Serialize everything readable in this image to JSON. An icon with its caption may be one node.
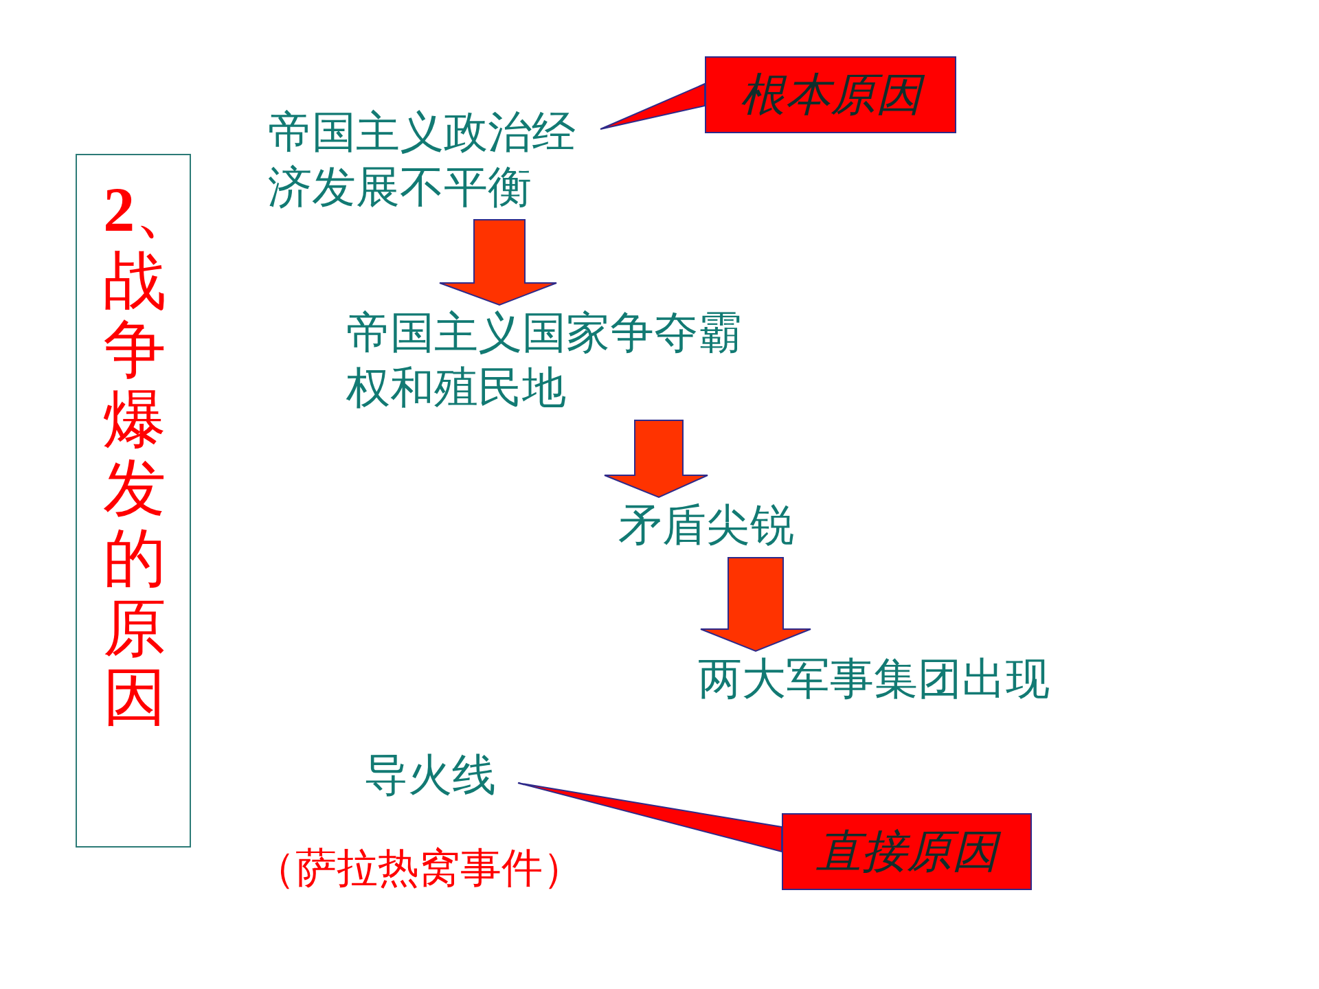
{
  "diagram": {
    "nodes": [
      {
        "text": [
          "**2**、战争爆发的原因"
        ]
      },
      {
        "text": [
          "帝国主义政治经济发展不平衡"
        ]
      },
      {
        "text": [
          "帝国主义国家争夺霸权和殖民地"
        ]
      },
      {
        "text": [
          "矛盾尖锐"
        ]
      },
      {
        "text": [
          "两大军事集团出现"
        ]
      },
      {
        "text": [
          "导火线"
        ]
      },
      {
        "text": [
          "根本原因"
        ]
      },
      {
        "text": [
          "直接原因"
        ]
      }
    ],
    "edges": [
      {
        "from": 1,
        "to": 2,
        "arrow": "to",
        "style": "thick"
      },
      {
        "from": 2,
        "to": 3,
        "arrow": "to",
        "style": "thick"
      },
      {
        "from": 3,
        "to": 4,
        "arrow": "to",
        "style": "thick"
      },
      {
        "from": 6,
        "to": 1,
        "arrow": "none"
      },
      {
        "from": 7,
        "to": 5,
        "arrow": "none"
      }
    ],
    "labels": [
      "（萨拉热窝事件）"
    ]
  }
}
